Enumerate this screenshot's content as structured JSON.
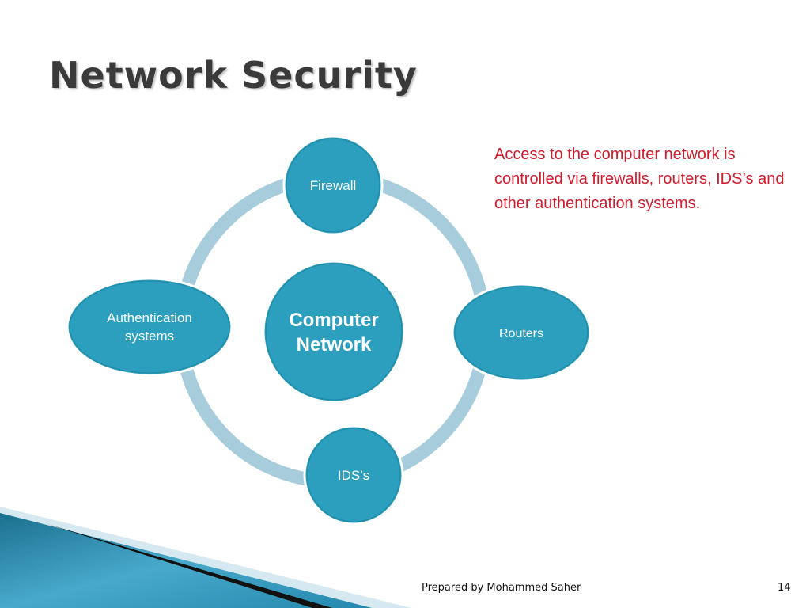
{
  "slide": {
    "title": "Network Security",
    "callout": "Access to the computer network is controlled via firewalls, routers, IDS’s and other authentication systems.",
    "footer": {
      "author": "Prepared by Mohammed Saher",
      "page_number": "14"
    }
  },
  "diagram": {
    "center": {
      "line1": "Computer",
      "line2": "Network"
    },
    "nodes": {
      "firewall": "Firewall",
      "routers": "Routers",
      "ids": "IDS’s",
      "auth_line1": "Authentication",
      "auth_line2": "systems"
    }
  },
  "colors": {
    "node_fill": "#2b9fbd",
    "node_stroke": "#ffffff",
    "ring": "#a7cddc",
    "callout_text": "#d01b2b",
    "title_text": "#3a3a3a"
  }
}
